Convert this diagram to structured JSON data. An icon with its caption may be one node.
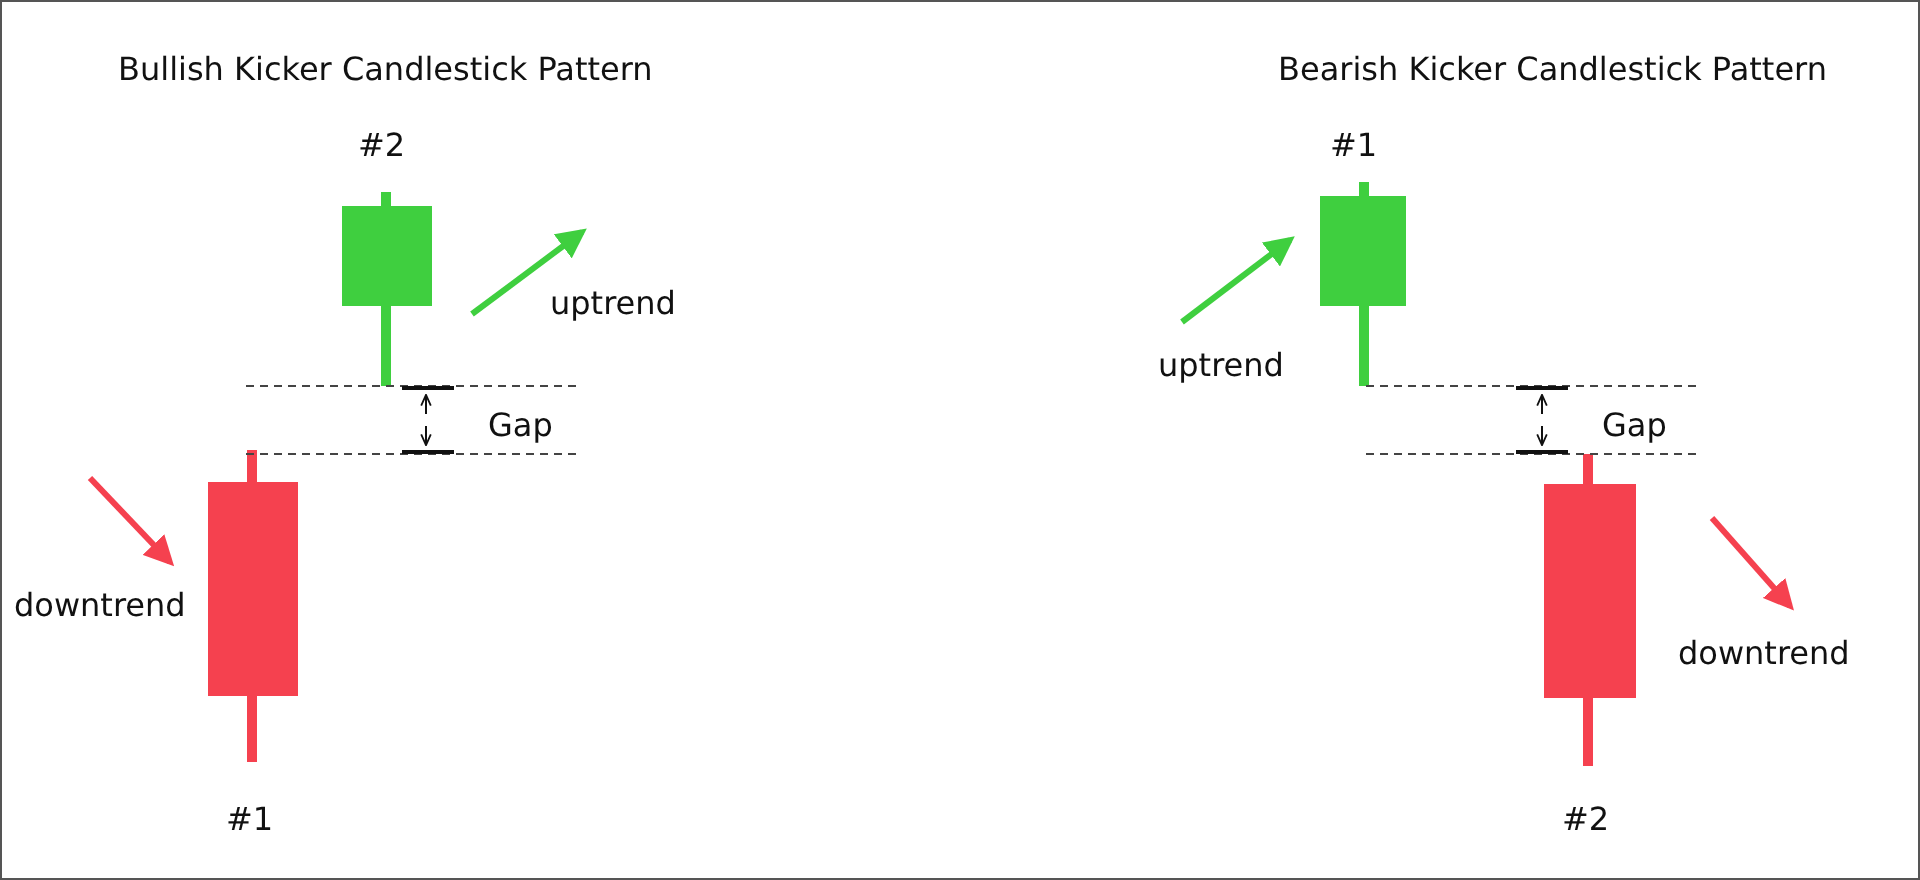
{
  "diagram": {
    "labels": [
      "Bullish Kicker Candlestick Pattern",
      "#2",
      "uptrend",
      "Gap",
      "downtrend",
      "#1",
      "Bearish Kicker Candlestick Pattern",
      "#1",
      "uptrend",
      "Gap",
      "downtrend",
      "#2"
    ]
  }
}
